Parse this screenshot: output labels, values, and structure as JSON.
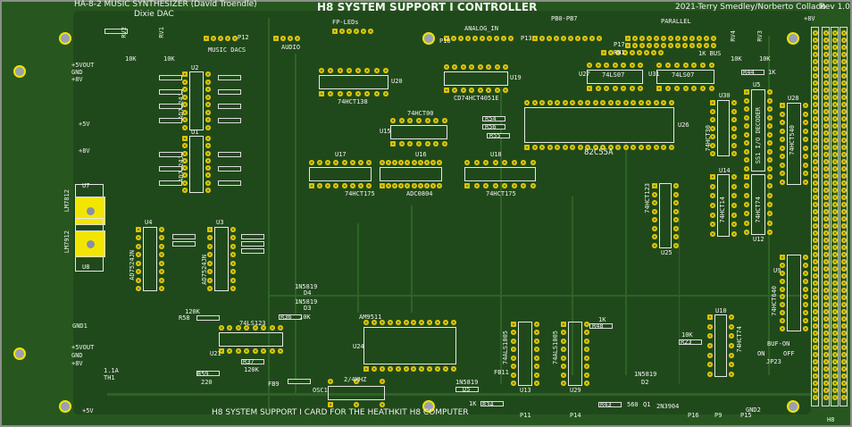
{
  "header": {
    "title": "H8 SYSTEM SUPPORT I CONTROLLER",
    "music_title": "HA-8-2 MUSIC SYNTHESIZER (David Troendle)",
    "dixie": "Dixie DAC",
    "credits": "2021-Terry Smedley/Norberto Collado",
    "rev": "Rev 1.0"
  },
  "footer_text": "H8 SYSTEM SUPPORT I CARD FOR THE HEATHKIT H8 COMPUTER",
  "chips": [
    {
      "ref": "U2",
      "part": "AD7524JN"
    },
    {
      "ref": "U1",
      "part": "AD7524JN"
    },
    {
      "ref": "U4",
      "part": "AD7524JN"
    },
    {
      "ref": "U3",
      "part": "AD7524JN"
    },
    {
      "ref": "U20",
      "part": "74HCT138"
    },
    {
      "ref": "U15",
      "part": "74HCT00"
    },
    {
      "ref": "U17",
      "part": "74HCT175"
    },
    {
      "ref": "U16",
      "part": "ADC0804"
    },
    {
      "ref": "U18",
      "part": "74HCT175"
    },
    {
      "ref": "U19",
      "part": "CD74HCT4051E"
    },
    {
      "ref": "U27",
      "part": "74LS07"
    },
    {
      "ref": "U31",
      "part": "74LS07"
    },
    {
      "ref": "U26",
      "part": "82C55A"
    },
    {
      "ref": "U30",
      "part": "74HCT30"
    },
    {
      "ref": "U5",
      "part": "SS1 I/O DECODER"
    },
    {
      "ref": "U28",
      "part": "74HCT540"
    },
    {
      "ref": "U14",
      "part": "74HCT14"
    },
    {
      "ref": "U12",
      "part": "74HCT74"
    },
    {
      "ref": "U9",
      "part": "74HCT640"
    },
    {
      "ref": "U25",
      "part": "74HCT123"
    },
    {
      "ref": "U10",
      "part": "74HCT74"
    },
    {
      "ref": "U21",
      "part": "74LS123"
    },
    {
      "ref": "U24",
      "part": "AM9511"
    },
    {
      "ref": "U13",
      "part": "74ALS1005"
    },
    {
      "ref": "U29",
      "part": "74ALS1005"
    },
    {
      "ref": "OSC1",
      "part": "2/4MHZ"
    }
  ],
  "regulators": [
    {
      "ref": "U7",
      "part": "LM7812"
    },
    {
      "ref": "U8",
      "part": "LM7912"
    }
  ],
  "labels": [
    "MUSIC DACS",
    "AUDIO",
    "FP-LEDs",
    "ANALOG_IN",
    "PB0-PB7",
    "PARALLEL",
    "1K BUS",
    "P12",
    "P10",
    "P13",
    "P17",
    "RN1",
    "RV2",
    "RV1",
    "RV4",
    "RV3",
    "10K",
    "10K",
    "10K",
    "10K",
    "+5VOUT",
    "GND",
    "+8V",
    "+5VOUT",
    "GND",
    "+8V",
    "+5V",
    "+8V",
    "+5V",
    "GND1",
    "GND2",
    "1N5819",
    "D4",
    "1N5819",
    "D3",
    "1N5819",
    "D5",
    "1N5819",
    "D2",
    "Q1",
    "2N3904",
    "P11",
    "P14",
    "P16",
    "P9",
    "P15",
    "JP23",
    "BUF-ON",
    "ON",
    "OFF",
    "+8V",
    "H8",
    "FB9",
    "FB11",
    "TH1",
    "1.1A",
    "R58",
    "120K",
    "R37",
    "120K",
    "R59",
    "220",
    "R36",
    "10K",
    "R48",
    "1K",
    "R23",
    "10K",
    "R43",
    "560",
    "R34",
    "1K",
    "R54",
    "R56",
    "R55",
    "R44",
    "1K"
  ],
  "colors": {
    "board": "#27571f",
    "copper_fill": "#20491b",
    "pad": "#e8d400",
    "silkscreen": "#f2f2f2"
  }
}
